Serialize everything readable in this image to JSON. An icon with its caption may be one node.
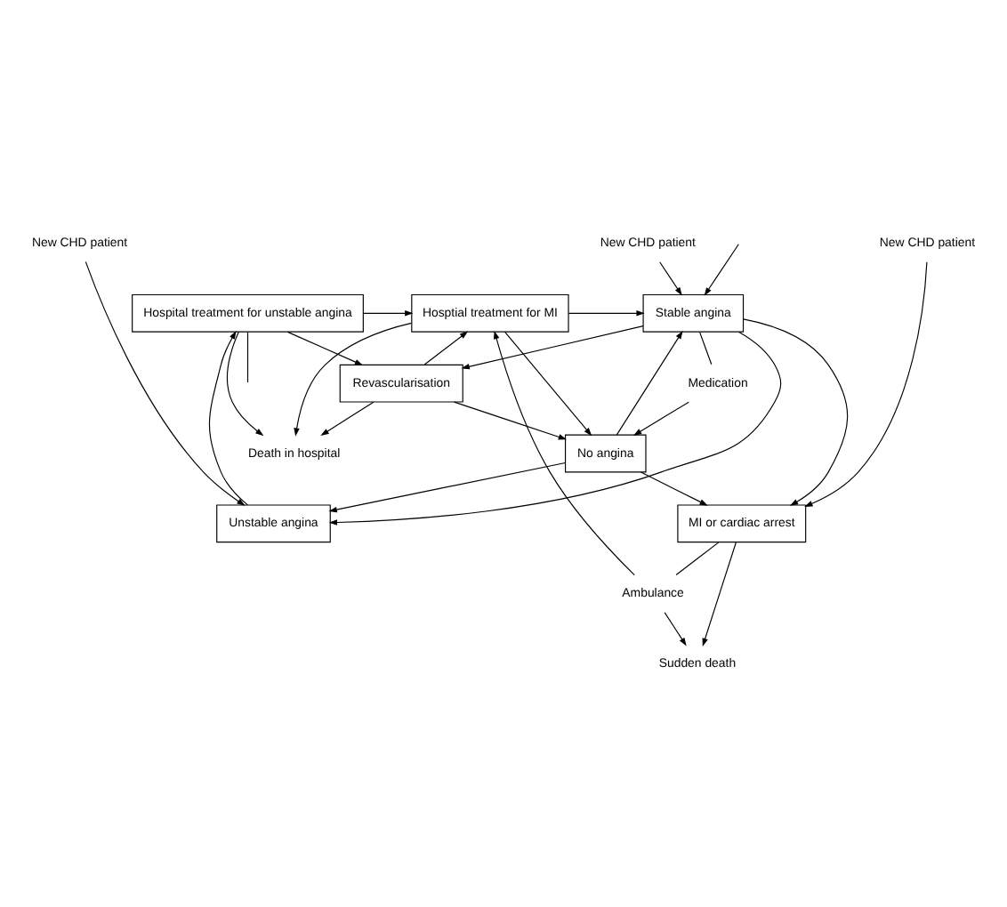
{
  "diagram": {
    "nodes": [
      {
        "text": [
          "New CHD patient"
        ]
      },
      {
        "text": [
          "New CHD patient"
        ]
      },
      {
        "text": [
          "New CHD patient"
        ]
      },
      {
        "text": [
          "Unstable angina"
        ]
      },
      {
        "text": [
          "MI or cardiac arrest"
        ]
      },
      {
        "text": [
          "Ambulance"
        ]
      },
      {
        "text": [
          "Sudden death"
        ]
      },
      {
        "text": [
          "Stable angina"
        ]
      },
      {
        "text": [
          "Hosptial treatment for MI"
        ]
      },
      {
        "text": [
          "Medication"
        ]
      },
      {
        "text": [
          "No angina"
        ]
      },
      {
        "text": [
          "Death in hospital"
        ]
      },
      {
        "text": [
          "Hospital treatment for unstable angina"
        ]
      },
      {
        "text": [
          "Revascularisation"
        ]
      }
    ],
    "edges": [
      {
        "from": 0,
        "to": 7,
        "arrow": "to"
      },
      {
        "from": 1,
        "to": 4,
        "arrow": "to"
      },
      {
        "from": 2,
        "to": 3,
        "arrow": "to"
      },
      {
        "from": 7,
        "to": 3,
        "arrow": "to"
      },
      {
        "from": 10,
        "to": 3,
        "arrow": "to"
      },
      {
        "from": 7,
        "to": 4,
        "arrow": "to"
      },
      {
        "from": 10,
        "to": 4,
        "arrow": "to"
      },
      {
        "from": 4,
        "to": 5,
        "arrow": "none"
      },
      {
        "from": 5,
        "to": 8,
        "arrow": "to"
      },
      {
        "from": 5,
        "to": 6,
        "arrow": "to"
      },
      {
        "from": 4,
        "to": 6,
        "arrow": "to"
      },
      {
        "from": 8,
        "to": 7,
        "arrow": "to"
      },
      {
        "from": 7,
        "to": 9,
        "arrow": "none"
      },
      {
        "from": 9,
        "to": 10,
        "arrow": "to"
      },
      {
        "from": 10,
        "to": 7,
        "arrow": "to"
      },
      {
        "from": 8,
        "to": 10,
        "arrow": "to"
      },
      {
        "from": 8,
        "to": 11,
        "arrow": "to"
      },
      {
        "from": 12,
        "to": 8,
        "arrow": "to"
      },
      {
        "from": 12,
        "to": 11,
        "arrow": "to"
      },
      {
        "from": 3,
        "to": 12,
        "arrow": "to"
      },
      {
        "from": 7,
        "to": 13,
        "arrow": "to"
      },
      {
        "from": 13,
        "to": 10,
        "arrow": "to"
      },
      {
        "from": 13,
        "to": 8,
        "arrow": "to"
      },
      {
        "from": 13,
        "to": 11,
        "arrow": "to"
      },
      {
        "from": 12,
        "to": 13,
        "arrow": "to"
      },
      {
        "from": null,
        "to": 7,
        "arrow": "to"
      },
      {
        "from": 12,
        "to": null,
        "arrow": "none"
      }
    ]
  }
}
